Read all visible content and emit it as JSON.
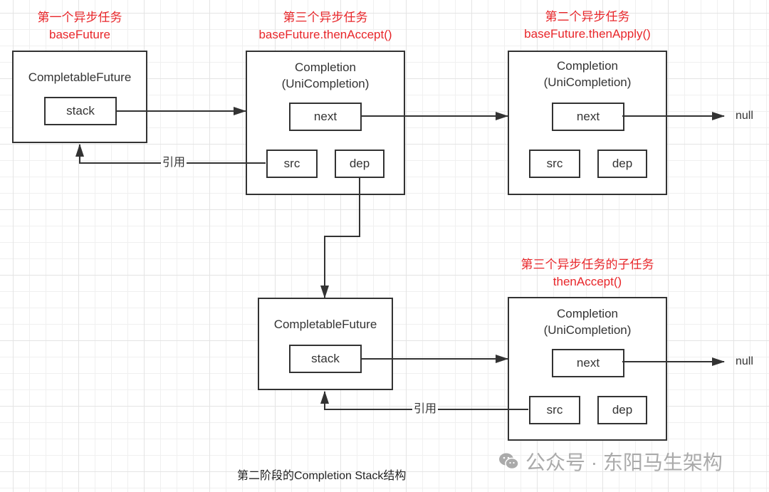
{
  "nodes": {
    "base_future": {
      "annotation_line1": "第一个异步任务",
      "annotation_line2": "baseFuture",
      "title": "CompletableFuture",
      "fields": {
        "stack": "stack"
      }
    },
    "third_task": {
      "annotation_line1": "第三个异步任务",
      "annotation_line2": "baseFuture.thenAccept()",
      "title_line1": "Completion",
      "title_line2": "(UniCompletion)",
      "fields": {
        "next": "next",
        "src": "src",
        "dep": "dep"
      }
    },
    "second_task": {
      "annotation_line1": "第二个异步任务",
      "annotation_line2": "baseFuture.thenApply()",
      "title_line1": "Completion",
      "title_line2": "(UniCompletion)",
      "fields": {
        "next": "next",
        "src": "src",
        "dep": "dep"
      }
    },
    "dep_future": {
      "title": "CompletableFuture",
      "fields": {
        "stack": "stack"
      }
    },
    "sub_task": {
      "annotation_line1": "第三个异步任务的子任务",
      "annotation_line2": "thenAccept()",
      "title_line1": "Completion",
      "title_line2": "(UniCompletion)",
      "fields": {
        "next": "next",
        "src": "src",
        "dep": "dep"
      }
    }
  },
  "edge_labels": {
    "ref_top": "引用",
    "ref_bottom": "引用",
    "null_top": "null",
    "null_bottom": "null"
  },
  "caption": "第二阶段的Completion Stack结构",
  "watermark": "公众号 · 东阳马生架构",
  "colors": {
    "annotation": "#e8262a",
    "stroke": "#333333"
  }
}
